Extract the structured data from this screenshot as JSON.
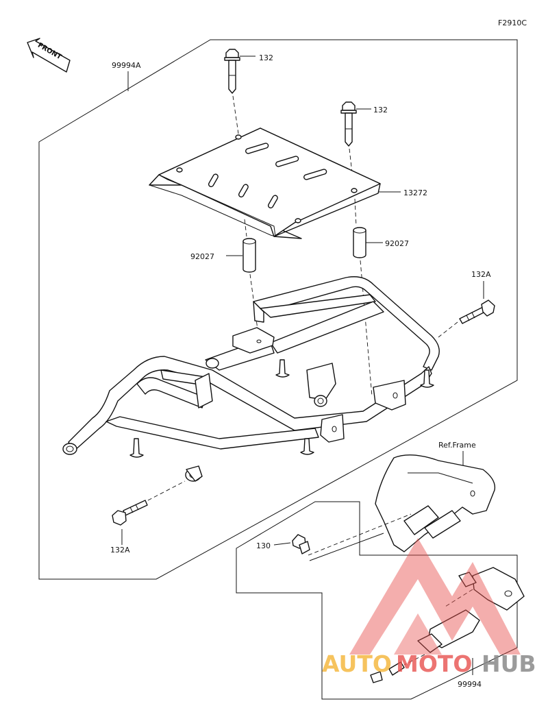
{
  "figure_code": "F2910C",
  "front_label": "FRONT",
  "ref_frame_label": "Ref.Frame",
  "callouts": {
    "c1": "99994A",
    "c2": "132",
    "c3": "132",
    "c4": "13272",
    "c5": "92027",
    "c6": "92027",
    "c7": "132A",
    "c8": "132A",
    "c9": "130",
    "c10": "99994"
  },
  "watermark": {
    "text_a": "AUTO",
    "text_b": "MOTO",
    "text_c": "HUB",
    "color_a": "#f5b942",
    "color_b": "#e8524f",
    "color_c": "#8a8a8a"
  },
  "colors": {
    "line": "#111111",
    "watermark_red": "#e8524f",
    "watermark_orange": "#f5b942",
    "watermark_gray": "#8a8a8a"
  }
}
